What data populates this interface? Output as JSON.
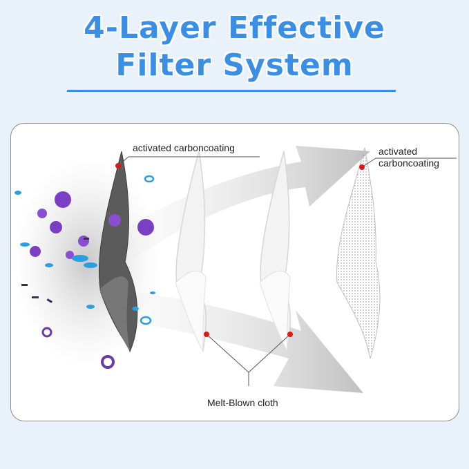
{
  "header": {
    "title_line1": "4-Layer Effective",
    "title_line2": "Filter System"
  },
  "diagram": {
    "label_left_carbon": "activated carboncoating",
    "label_right_carbon_line1": "activated",
    "label_right_carbon_line2": "carboncoating",
    "label_meltblown": "Melt-Blown cloth",
    "colors": {
      "title_blue": "#3a8fe4",
      "background": "#e9f2fb",
      "particle_purple": "#7b3fc4",
      "particle_blue": "#2a9fe0",
      "marker_red": "#e01818"
    }
  }
}
